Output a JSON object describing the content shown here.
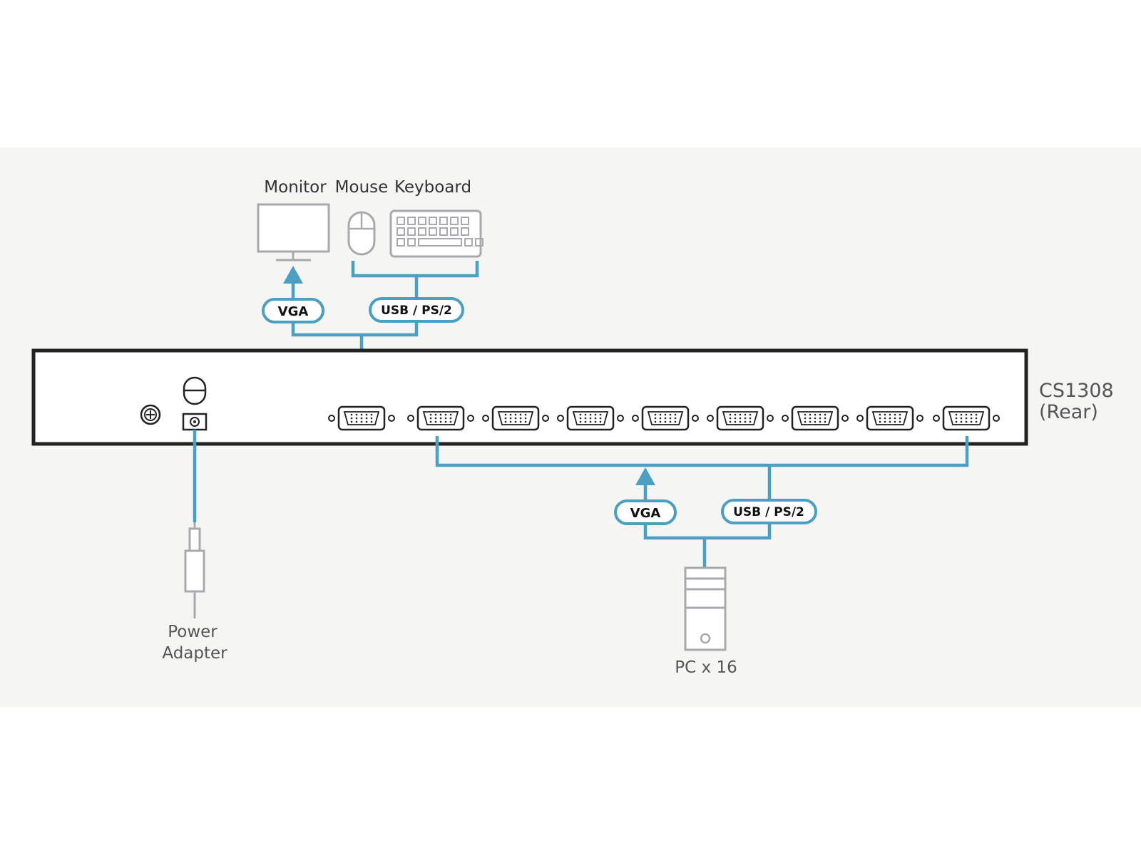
{
  "labels": {
    "monitor": "Monitor",
    "mouse": "Mouse",
    "keyboard": "Keyboard",
    "model": "CS1308",
    "view": "(Rear)",
    "power_line1": "Power",
    "power_line2": "Adapter",
    "pc": "PC x 16"
  },
  "pills": {
    "console_vga": "VGA",
    "console_usb": "USB / PS/2",
    "pc_vga": "VGA",
    "pc_usb": "USB / PS/2"
  },
  "colors": {
    "cable": "#4a9fc2",
    "device_outline": "#a7a9ac",
    "chassis": "#222222",
    "background_band": "#f5f5f4"
  },
  "icons": [
    "monitor-icon",
    "mouse-icon",
    "keyboard-icon",
    "pc-tower-icon",
    "power-adapter-icon",
    "ground-screw-icon",
    "power-switch-icon",
    "power-jack-icon",
    "db-port-icon"
  ]
}
